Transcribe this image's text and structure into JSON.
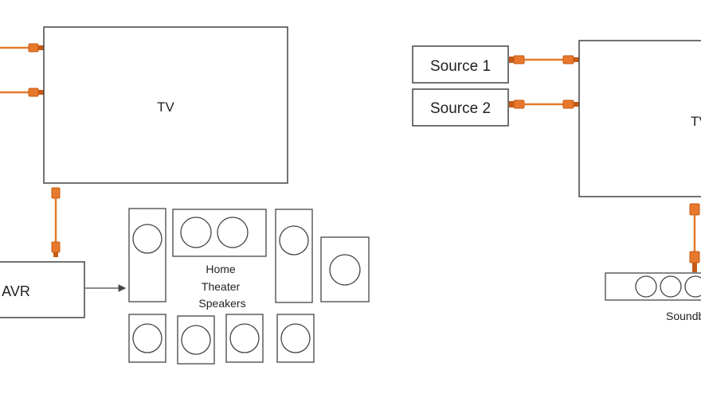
{
  "diagram": {
    "left_setup": {
      "tv_label": "TV",
      "avr_label": "AVR",
      "speakers_label_lines": [
        "Home",
        "Theater",
        "Speakers"
      ]
    },
    "right_setup": {
      "source1_label": "Source 1",
      "source2_label": "Source 2",
      "tv_label": "TV",
      "soundbar_label": "Soundbar"
    }
  },
  "colors": {
    "cable": "#e8792c",
    "cable_dark": "#c55a15",
    "stroke": "#444444",
    "box_fill": "#ffffff"
  },
  "icons": [
    "hdmi-cable-icon",
    "speaker-driver-icon",
    "arrow-icon"
  ]
}
